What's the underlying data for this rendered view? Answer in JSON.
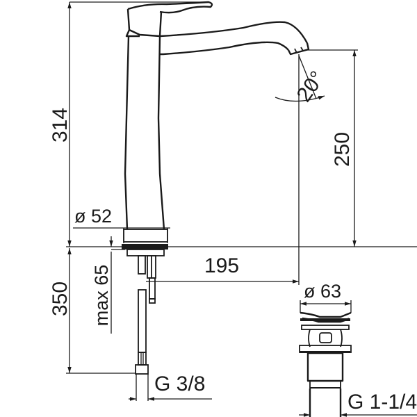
{
  "diagram": {
    "type": "technical-drawing",
    "subject": "tall single-lever basin mixer with pop-up waste",
    "units": "mm",
    "dimensions": {
      "total_height": "314",
      "spout_height": "250",
      "spout_angle": "20°",
      "base_diameter": "ø 52",
      "spout_reach": "195",
      "hose_length": "350",
      "max_deck_thickness": "max 65",
      "supply_connection": "G 3/8",
      "waste_diameter": "ø 63",
      "waste_connection": "G 1-1/4"
    }
  }
}
